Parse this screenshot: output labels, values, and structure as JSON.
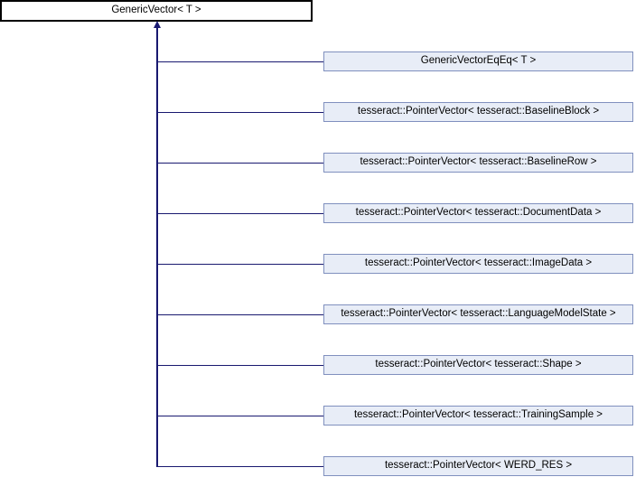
{
  "diagram": {
    "type": "class-inheritance-graph",
    "base_node": {
      "label": "GenericVector< T >"
    },
    "derived_nodes": [
      {
        "label": "GenericVectorEqEq< T >"
      },
      {
        "label": "tesseract::PointerVector< tesseract::BaselineBlock >"
      },
      {
        "label": "tesseract::PointerVector< tesseract::BaselineRow >"
      },
      {
        "label": "tesseract::PointerVector< tesseract::DocumentData >"
      },
      {
        "label": "tesseract::PointerVector< tesseract::ImageData >"
      },
      {
        "label": "tesseract::PointerVector< tesseract::LanguageModelState >"
      },
      {
        "label": "tesseract::PointerVector< tesseract::Shape >"
      },
      {
        "label": "tesseract::PointerVector< tesseract::TrainingSample >"
      },
      {
        "label": "tesseract::PointerVector< WERD_RES >"
      }
    ],
    "colors": {
      "edge": "#191970",
      "base_fill": "#FFFFFF",
      "base_border": "#000000",
      "derived_fill": "#E8EDF7",
      "derived_border": "#8090BE",
      "text": "#000000",
      "background": "#FFFFFF"
    }
  }
}
